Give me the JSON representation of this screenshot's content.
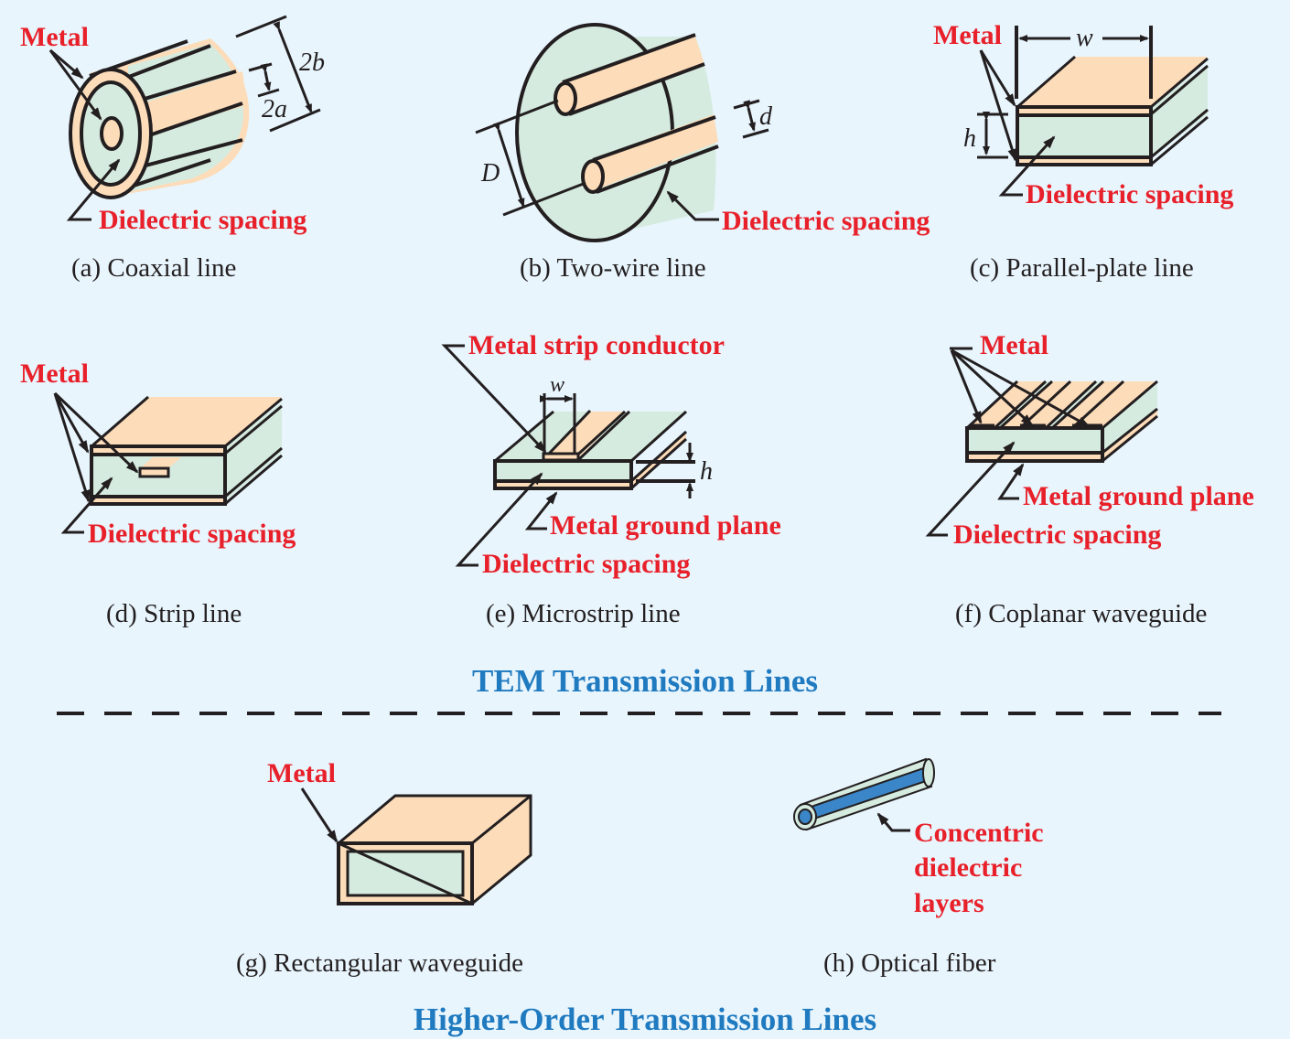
{
  "colors": {
    "background": "#e8f5fd",
    "label": "#e8202a",
    "caption": "#231f20",
    "section_title": "#1f7ac0",
    "metal": "#fddcb9",
    "dielectric": "#d6ebdf",
    "fiber_core": "#3a86c8"
  },
  "panels": {
    "a": {
      "caption": "(a)  Coaxial line",
      "labels": {
        "metal": "Metal",
        "dielectric": "Dielectric spacing"
      },
      "dims": {
        "outer": "2b",
        "inner": "2a"
      }
    },
    "b": {
      "caption": "(b)  Two-wire line",
      "labels": {
        "dielectric": "Dielectric spacing"
      },
      "dims": {
        "spacing": "D",
        "diameter": "d"
      }
    },
    "c": {
      "caption": "(c)  Parallel-plate line",
      "labels": {
        "metal": "Metal",
        "dielectric": "Dielectric spacing"
      },
      "dims": {
        "width": "w",
        "height": "h"
      }
    },
    "d": {
      "caption": "(d)  Strip line",
      "labels": {
        "metal": "Metal",
        "dielectric": "Dielectric spacing"
      }
    },
    "e": {
      "caption": "(e)  Microstrip line",
      "labels": {
        "strip": "Metal strip conductor",
        "ground": "Metal ground plane",
        "dielectric": "Dielectric spacing"
      },
      "dims": {
        "width": "w",
        "height": "h"
      }
    },
    "f": {
      "caption": "(f)  Coplanar waveguide",
      "labels": {
        "metal": "Metal",
        "ground": "Metal ground plane",
        "dielectric": "Dielectric spacing"
      }
    },
    "g": {
      "caption": "(g)  Rectangular waveguide",
      "labels": {
        "metal": "Metal"
      }
    },
    "h": {
      "caption": "(h)  Optical fiber",
      "labels": {
        "line1": "Concentric",
        "line2": "dielectric",
        "line3": "layers"
      }
    }
  },
  "sections": {
    "tem_title": "TEM Transmission Lines",
    "higher_title": "Higher-Order Transmission Lines"
  }
}
